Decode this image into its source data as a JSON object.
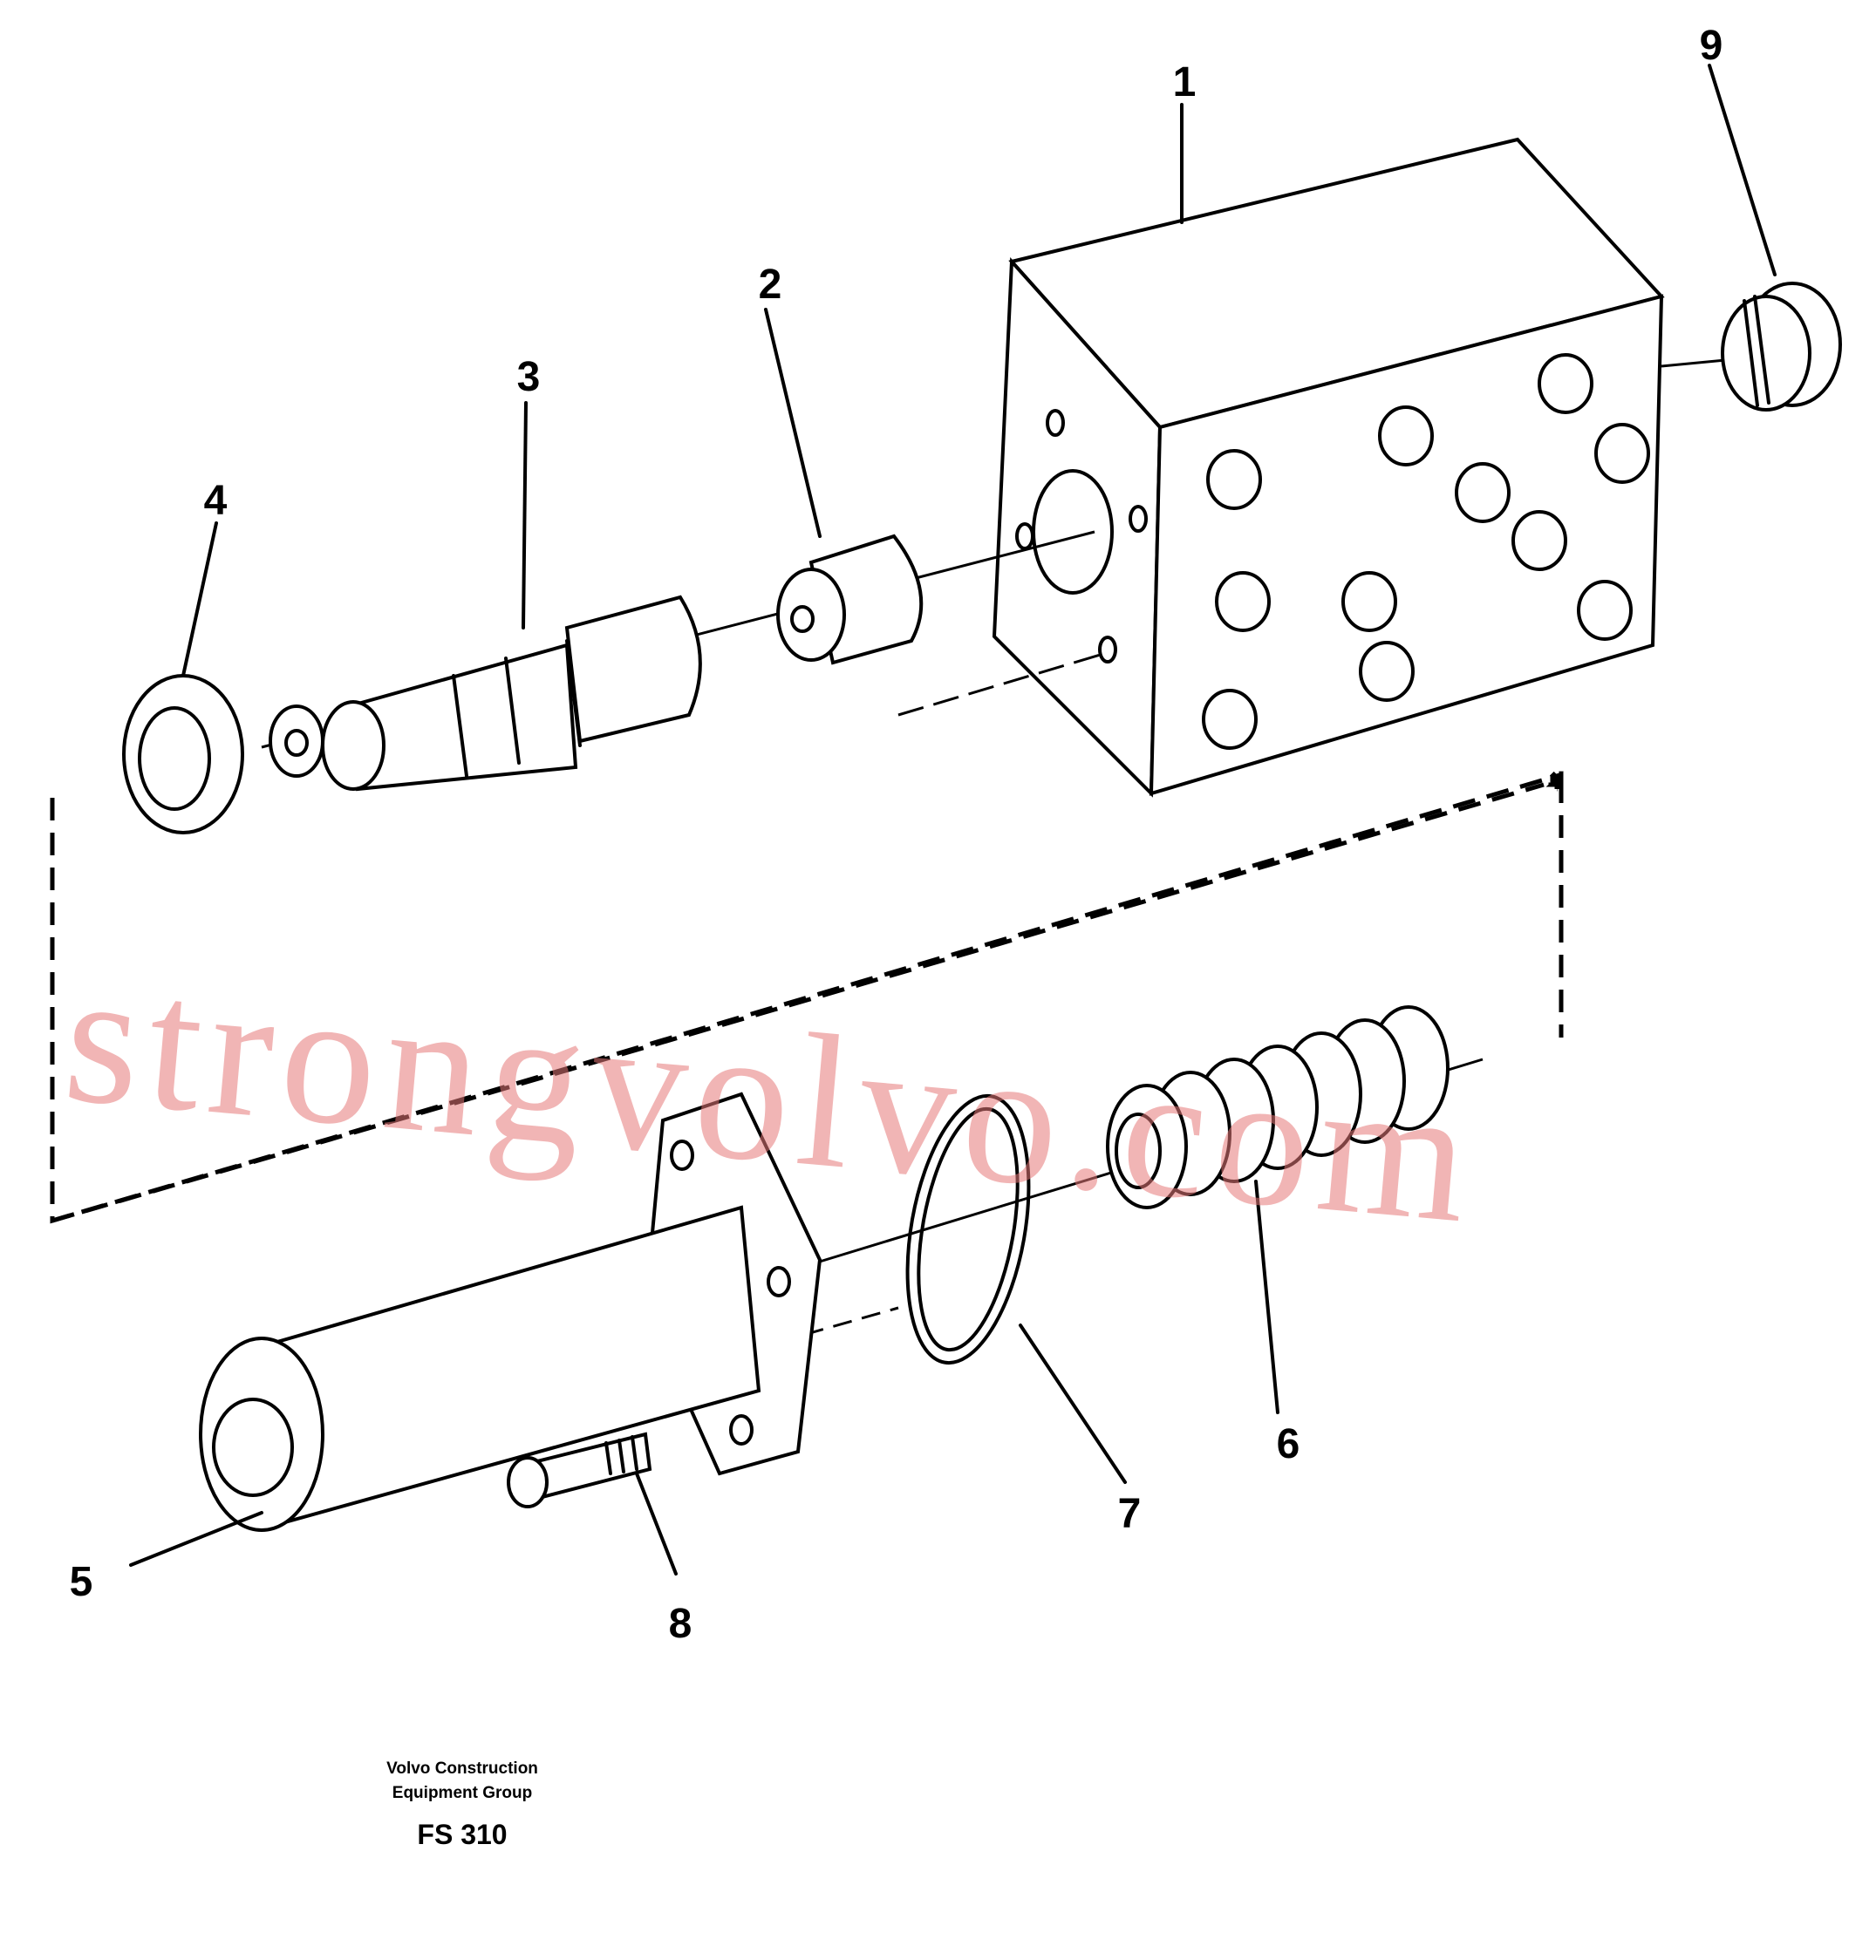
{
  "callouts": {
    "c1": "1",
    "c2": "2",
    "c3": "3",
    "c4": "4",
    "c5": "5",
    "c6": "6",
    "c7": "7",
    "c8": "8",
    "c9": "9"
  },
  "footer": {
    "company_line1": "Volvo Construction",
    "company_line2": "Equipment Group",
    "code": "FS 310"
  },
  "watermark": "strongvolvo.com",
  "colors": {
    "ink": "#000000",
    "watermark": "#e67878",
    "background": "#ffffff"
  }
}
